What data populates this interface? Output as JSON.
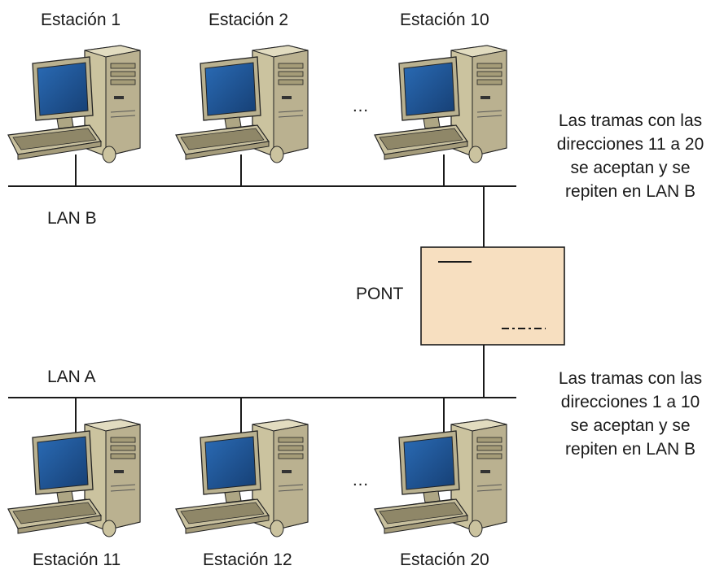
{
  "stations_top": [
    {
      "label": "Estación 1"
    },
    {
      "label": "Estación 2"
    },
    {
      "label": "Estación 10"
    }
  ],
  "stations_bottom": [
    {
      "label": "Estación 11"
    },
    {
      "label": "Estación 12"
    },
    {
      "label": "Estación 20"
    }
  ],
  "ellipsis_top": "…",
  "ellipsis_bottom": "…",
  "lan_b": {
    "label": "LAN B"
  },
  "lan_a": {
    "label": "LAN A"
  },
  "bridge": {
    "label": "PONT"
  },
  "notes": {
    "top": {
      "line1": "Las tramas con las",
      "line2": "direcciones 11 a 20",
      "line3": "se aceptan y se",
      "line4": "repiten en LAN B"
    },
    "bottom": {
      "line1": "Las tramas con las",
      "line2": "direcciones 1 a 10",
      "line3": "se aceptan y se",
      "line4": "repiten en LAN B"
    }
  },
  "colors": {
    "bridge_fill": "#f7dfc0",
    "screen": "#1f5a9e",
    "tower": "#cfc7a4",
    "line": "#1a1a1a"
  }
}
